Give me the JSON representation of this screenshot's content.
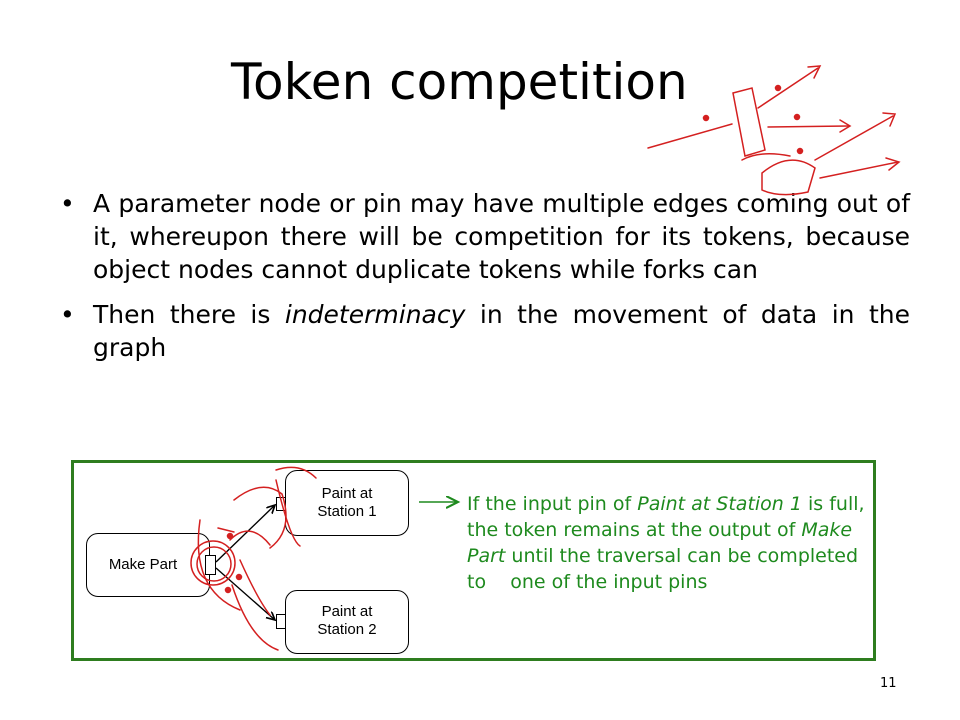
{
  "slide": {
    "title": "Token competition",
    "page_number": "11"
  },
  "bullets": {
    "item1": "A parameter node or pin may have multiple edges coming out of it, whereupon there will be competition for its tokens, because object nodes cannot duplicate tokens while forks can",
    "item2_before": "Then there is ",
    "item2_emphasis": "indeterminacy",
    "item2_after": " in the movement of data in the graph",
    "bullet_glyph": "•"
  },
  "diagram": {
    "make_part": "Make Part",
    "paint1_line1": "Paint at",
    "paint1_line2": "Station 1",
    "paint2_line1": "Paint at",
    "paint2_line2": "Station 2"
  },
  "note": {
    "t1": "If the input pin of ",
    "t2": "Paint at Station 1",
    "t3": " is full, the token remains at the output of ",
    "t4": "Make Part",
    "t5": " until the traversal can be completed to    one of the input pins"
  },
  "colors": {
    "frame": "#2e7d1f",
    "note_text": "#1e8a1e",
    "annotation": "#d42020"
  }
}
